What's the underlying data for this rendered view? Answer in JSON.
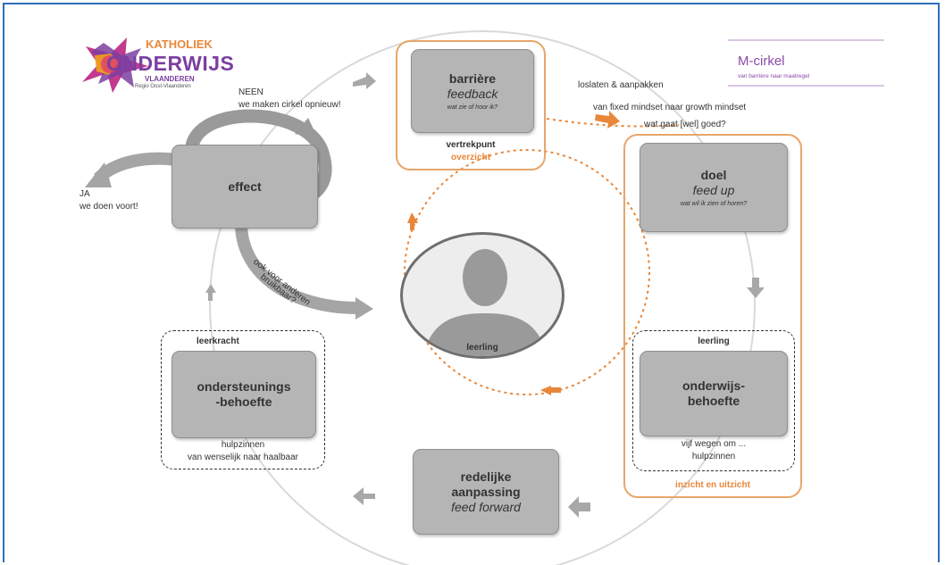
{
  "logo": {
    "line1": "KATHOLIEK",
    "line2": "ONDERWIJS",
    "line3": "VLAANDEREN",
    "line4": "Regio Oost-Vlaanderen"
  },
  "header_right": {
    "title": "M-cirkel",
    "subtitle": "van barrière naar maatregel"
  },
  "nodes": {
    "barriere": {
      "title": "barrière",
      "subtitle": "feedback",
      "question": "wat zie of hoor ik?",
      "caption": "vertrekpunt",
      "caption2": "overzicht"
    },
    "doel": {
      "title": "doel",
      "subtitle": "feed up",
      "question": "wat wil ik zien of horen?"
    },
    "onderwijsbehoefte": {
      "title_line1": "onderwijs-",
      "title_line2": "behoefte",
      "header": "leerling",
      "caption_line1": "vijf wegen om ...",
      "caption_line2": "hulpzinnen",
      "group_caption": "inzicht en uitzicht"
    },
    "aanpassing": {
      "title_line1": "redelijke",
      "title_line2": "aanpassing",
      "subtitle": "feed forward"
    },
    "ondersteuning": {
      "title_line1": "ondersteunings",
      "title_line2": "-behoefte",
      "header": "leerkracht",
      "caption_line1": "hulpzinnen",
      "caption_line2": "van wenselijk naar haalbaar"
    },
    "effect": {
      "title": "effect"
    },
    "center": {
      "caption": "leerling"
    }
  },
  "annotations": {
    "loslaten": "loslaten & aanpakken",
    "mindset": "van fixed mindset naar growth mindset",
    "watgaat": "wat gaat [wel] goed?",
    "neen_line1": "NEEN",
    "neen_line2": "we maken cirkel opnieuw!",
    "ja_line1": "JA",
    "ja_line2": "we doen voort!",
    "anderen_line1": "ook voor anderen",
    "anderen_line2": "bruikbaar?"
  },
  "colors": {
    "accent_orange": "#e8873a",
    "box_gray": "#b5b5b5",
    "frame_blue": "#2e6fb7",
    "purple": "#9b4fb0"
  }
}
